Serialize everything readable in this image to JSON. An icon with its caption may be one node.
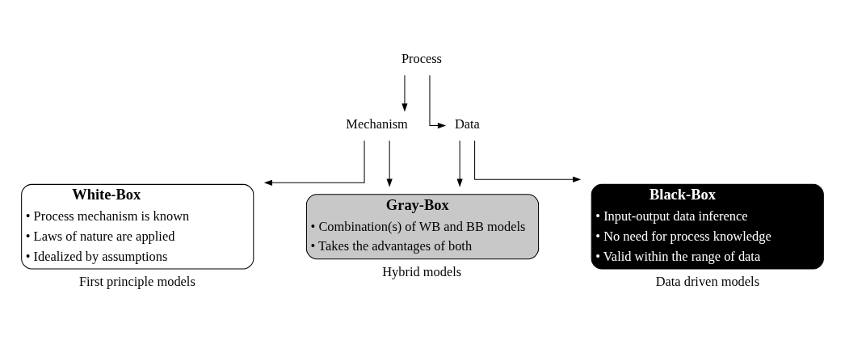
{
  "diagram": {
    "nodes": [
      {
        "text": [
          "Process"
        ]
      },
      {
        "text": [
          "Mechanism"
        ]
      },
      {
        "text": [
          "Data"
        ]
      },
      {
        "text": [
          "White-Box",
          "• Process mechanism is known",
          "• Laws of nature are applied",
          "• Idealized by assumptions"
        ],
        "beside": [
          "First principle models"
        ]
      },
      {
        "text": [
          "Gray-Box",
          "• Combination(s) of WB and BB models",
          "• Takes the advantages of both"
        ],
        "beside": [
          "Hybrid models"
        ]
      },
      {
        "text": [
          "Black-Box",
          "• Input-output data inference",
          "• No need for process knowledge",
          "• Valid within the range of data"
        ],
        "beside": [
          "Data driven models"
        ]
      }
    ],
    "edges": [
      {
        "from": 0,
        "to": 1,
        "arrow": "to"
      },
      {
        "from": 0,
        "to": 2,
        "arrow": "to"
      },
      {
        "from": 1,
        "to": 3,
        "arrow": "to"
      },
      {
        "from": 1,
        "to": 4,
        "arrow": "to"
      },
      {
        "from": 2,
        "to": 4,
        "arrow": "to"
      },
      {
        "from": 2,
        "to": 5,
        "arrow": "to"
      }
    ]
  }
}
